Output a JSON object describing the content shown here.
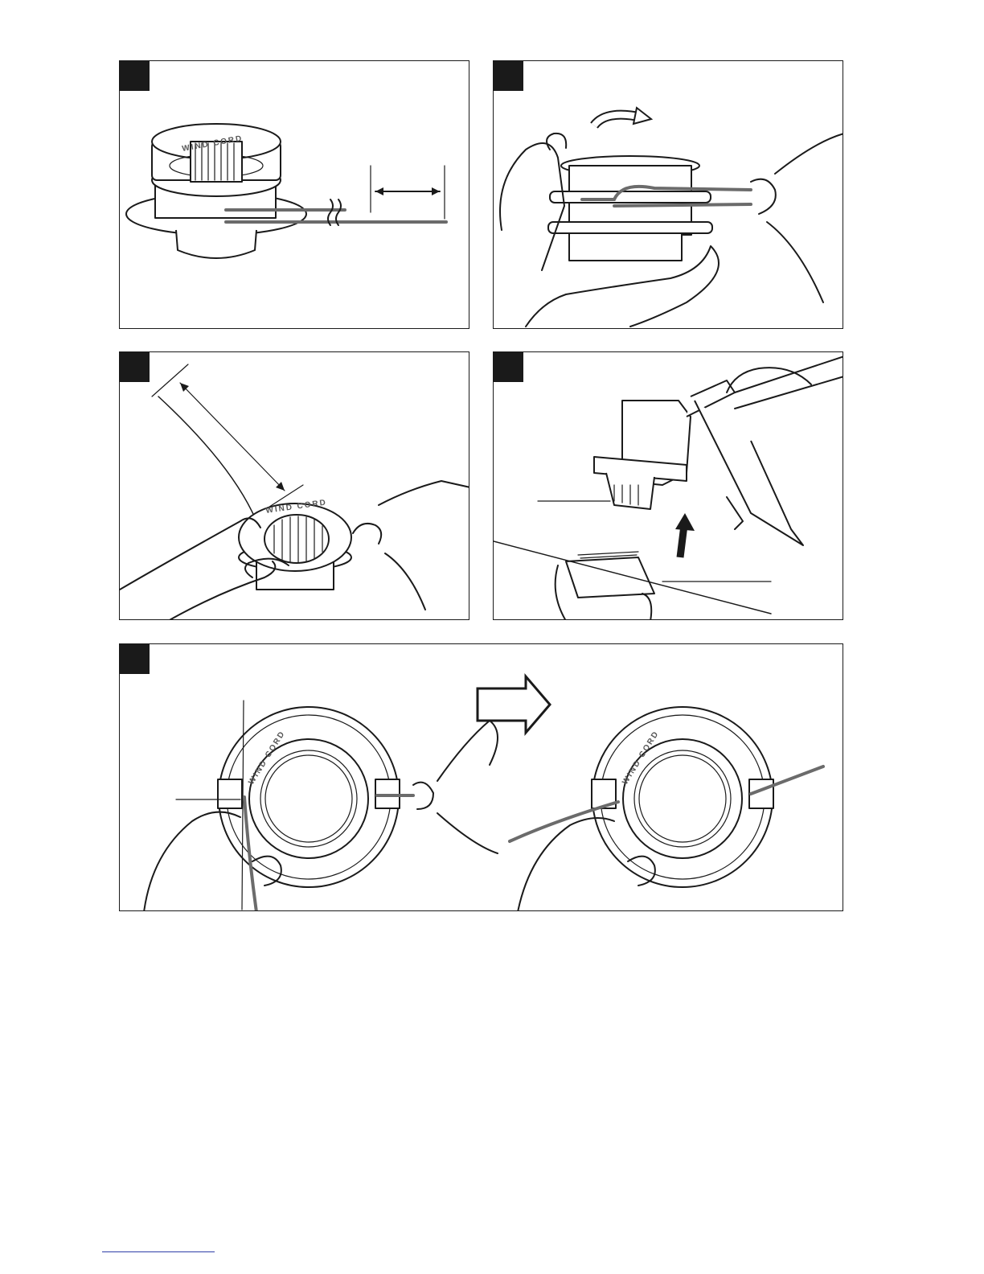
{
  "page": {
    "figures": [
      {
        "id": "fig1",
        "spool_text": "WIND CORD"
      },
      {
        "id": "fig2",
        "spool_text": ""
      },
      {
        "id": "fig3",
        "spool_text": "WIND CORD"
      },
      {
        "id": "fig4",
        "spool_text": ""
      },
      {
        "id": "fig5",
        "spool_text_left": "WIND CORD",
        "spool_text_right": "WIND CORD"
      }
    ]
  },
  "icons": [
    "number-badge-icon",
    "rotation-arrow-icon",
    "direction-arrow-icon",
    "up-arrow-icon"
  ],
  "colors": {
    "ink": "#1a1a1a",
    "cord": "#6b6b6b",
    "paper": "#ffffff"
  }
}
